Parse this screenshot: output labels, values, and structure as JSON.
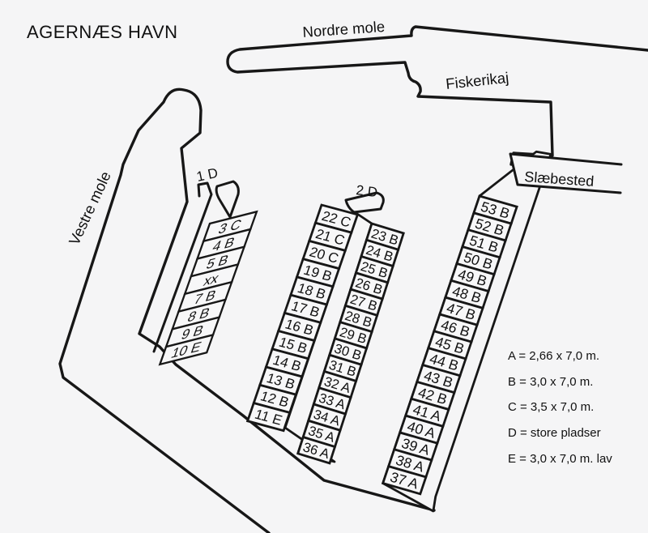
{
  "title": "AGERNÆS HAVN",
  "labels": {
    "nordre_mole": "Nordre mole",
    "fiskerikaj": "Fiskerikaj",
    "slaebested": "Slæbested",
    "vestre_mole": "Vestre mole",
    "berth_1": "1 D",
    "berth_2": "2 D"
  },
  "piers": {
    "west": [
      "3 C",
      "4 B",
      "5 B",
      "xx",
      "7 B",
      "8 B",
      "9 B",
      "10 E"
    ],
    "middle_left": [
      "22 C",
      "21 C",
      "20 C",
      "19 B",
      "18 B",
      "17 B",
      "16 B",
      "15 B",
      "14 B",
      "13 B",
      "12 B",
      "11 E"
    ],
    "middle_right": [
      "23 B",
      "24 B",
      "25 B",
      "26 B",
      "27 B",
      "28 B",
      "29 B",
      "30 B",
      "31 B",
      "32 A",
      "33 A",
      "34 A",
      "35 A",
      "36 A"
    ],
    "east": [
      "53 B",
      "52 B",
      "51 B",
      "50 B",
      "49 B",
      "48 B",
      "47 B",
      "46 B",
      "45 B",
      "44 B",
      "43 B",
      "42 B",
      "41 A",
      "40 A",
      "39 A",
      "38 A",
      "37 A"
    ]
  },
  "legend": [
    "A = 2,66 x 7,0 m.",
    "B = 3,0 x 7,0 m.",
    "C = 3,5 x 7,0 m.",
    "D = store pladser",
    "E = 3,0 x 7,0 m. lav"
  ],
  "colors": {
    "background": "#f5f5f6",
    "line": "#171717",
    "text": "#111111"
  }
}
